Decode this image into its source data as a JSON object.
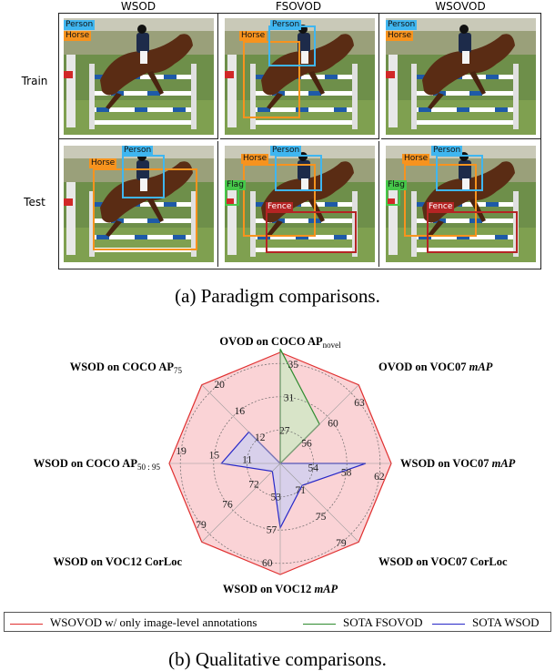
{
  "figure": {
    "columns": [
      "WSOD",
      "FSOVOD",
      "WSOVOD"
    ],
    "rows": [
      "Train",
      "Test"
    ],
    "caption_a": "(a) Paradigm comparisons.",
    "caption_b": "(b) Qualitative comparisons.",
    "colors": {
      "person": "#3fb6f0",
      "horse": "#f7931e",
      "flag": "#46c84a",
      "fence": "#b52424"
    },
    "cells": [
      [
        {
          "labels": [
            "Person",
            "Horse"
          ]
        },
        {
          "labels": [
            "Horse",
            "Person"
          ]
        },
        {
          "labels": [
            "Person",
            "Horse"
          ]
        }
      ],
      [
        {
          "labels": [
            "Horse",
            "Person"
          ]
        },
        {
          "labels": [
            "Horse",
            "Person",
            "Flag",
            "Fence"
          ]
        },
        {
          "labels": [
            "Horse",
            "Person",
            "Flag",
            "Fence"
          ]
        }
      ]
    ]
  },
  "chart_data": {
    "type": "radar",
    "axes": [
      {
        "label": "OVOD on COCO AP",
        "sub": "novel",
        "ticks": [
          "27",
          "31",
          "35"
        ]
      },
      {
        "label": "OVOD on VOC07 ",
        "italic": "mAP",
        "ticks": [
          "56",
          "60",
          "63"
        ]
      },
      {
        "label": "WSOD on VOC07 ",
        "italic": "mAP",
        "ticks": [
          "54",
          "58",
          "62"
        ]
      },
      {
        "label": "WSOD on VOC07 CorLoc",
        "ticks": [
          "71",
          "75",
          "79"
        ]
      },
      {
        "label": "WSOD on VOC12 ",
        "italic": "mAP",
        "ticks": [
          "53",
          "57",
          "60"
        ]
      },
      {
        "label": "WSOD on VOC12 CorLoc",
        "ticks": [
          "72",
          "76",
          "79"
        ]
      },
      {
        "label": "WSOD on COCO AP",
        "sub": "50 : 95",
        "ticks": [
          "11",
          "15",
          "19"
        ]
      },
      {
        "label": "WSOD on COCO AP",
        "sub": "75",
        "ticks": [
          "12",
          "16",
          "20"
        ]
      }
    ],
    "series": [
      {
        "name": "WSOVOD w/ only image-level annotations",
        "color": "#e03030",
        "fill": "#f8c4c8",
        "values": [
          1,
          1,
          1,
          1,
          1,
          1,
          1,
          1
        ]
      },
      {
        "name": "SOTA FSOVOD",
        "color": "#2e8b2e",
        "fill": "#cfe8c4",
        "values": [
          1.03,
          0.5,
          0,
          0,
          0,
          0,
          0,
          0
        ]
      },
      {
        "name": "SOTA WSOD",
        "color": "#2828c8",
        "fill": "#d0d0f0",
        "values": [
          0,
          0,
          0.77,
          0.28,
          0.58,
          0.1,
          0.53,
          0.4
        ]
      }
    ],
    "grid": true
  }
}
